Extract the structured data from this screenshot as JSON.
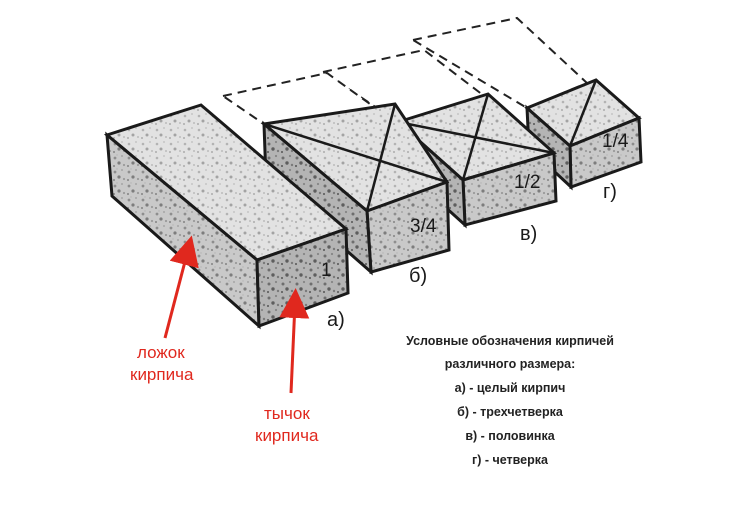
{
  "bricks": {
    "a": {
      "fraction": "1",
      "letter": "а)"
    },
    "b": {
      "fraction": "3/4",
      "letter": "б)"
    },
    "c": {
      "fraction": "1/2",
      "letter": "в)"
    },
    "d": {
      "fraction": "1/4",
      "letter": "г)"
    }
  },
  "callouts": {
    "face_long": {
      "line1": "ложок",
      "line2": "кирпича"
    },
    "face_short": {
      "line1": "тычок",
      "line2": "кирпича"
    }
  },
  "legend": {
    "title_line1": "Условные обозначения кирпичей",
    "title_line2": "различного размера:",
    "items": [
      "а) - целый кирпич",
      "б) - трехчетверка",
      "в) - половинка",
      "г) - четверка"
    ]
  },
  "colors": {
    "callout": "#e0281e",
    "outline": "#1a1a1a"
  }
}
